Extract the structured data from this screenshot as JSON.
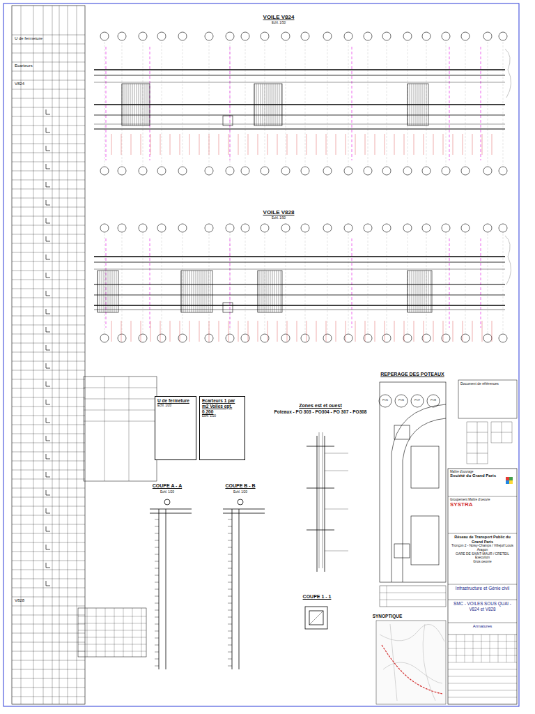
{
  "diagram": {
    "nodes": [
      {
        "text": [
          "U de fermeture",
          "Echl. 1/20"
        ]
      },
      {
        "text": [
          "Ecarteurs 1 par m2 Voiles ept. 0.200",
          "Echl. 1/20"
        ]
      },
      {
        "text": [
          "Document de références"
        ]
      },
      {
        "text": [
          "Maître d'ouvrage",
          "Société du Grand Paris"
        ]
      },
      {
        "text": [
          "Groupement Maître d'oeuvre",
          "SYSTRA"
        ]
      },
      {
        "text": [
          "Réseau de Transport Public du Grand Paris",
          "Tronçon 2 - Noisy-Champs / Villejuif Louis Aragon",
          "GARE DE SAINT-MAUR / CRETEIL",
          "Exécution",
          "Gros oeuvre"
        ]
      },
      {
        "text": [
          "Infrastructure et Génie civil"
        ]
      },
      {
        "text": [
          "SMC - VOILES SOUS QUAI - V824 et V828"
        ]
      },
      {
        "text": [
          "Armatures"
        ]
      },
      {
        "text": [
          "U de fermeture"
        ]
      },
      {
        "text": [
          "Ecarteurs"
        ]
      },
      {
        "text": [
          "V824"
        ]
      },
      {
        "text": [
          "V828"
        ]
      }
    ],
    "labels": [
      "VOILE V824",
      "Echl. 1/50",
      "VOILE V828",
      "Echl. 1/50",
      "Zones est et ouest",
      "Poteaux - PO 303 - PO304 - PO 307 - PO308",
      "COUPE A - A",
      "Echl. 1/20",
      "COUPE B - B",
      "Echl. 1/20",
      "COUPE 1 - 1",
      "REPERAGE DES POTEAUX",
      "PO5",
      "PO6",
      "PO7",
      "PO8",
      "SYNOPTIQUE"
    ]
  }
}
